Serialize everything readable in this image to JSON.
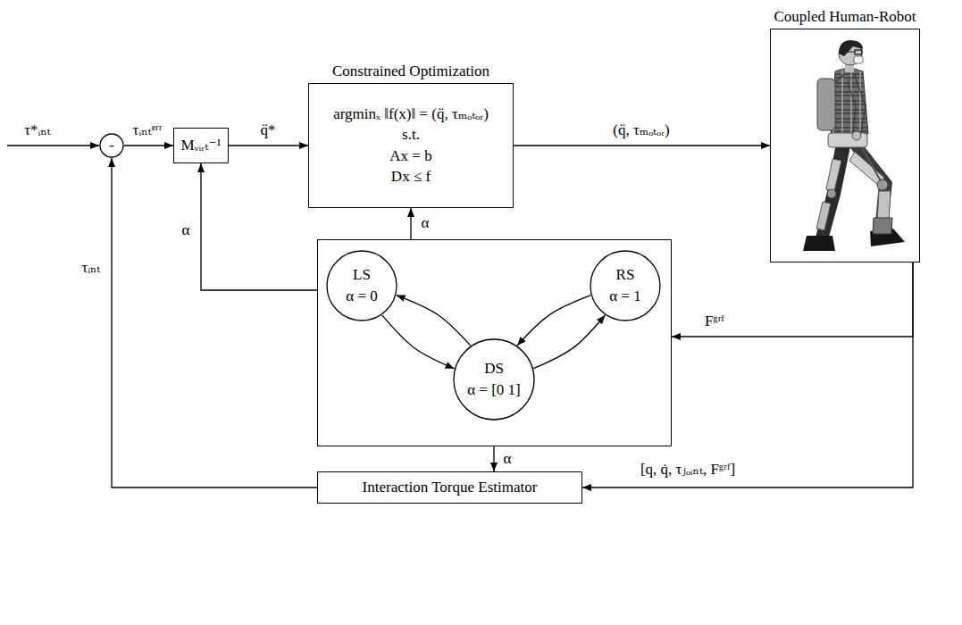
{
  "diagram": {
    "nodes": [
      {
        "text": [
          "-"
        ]
      },
      {
        "text": [
          "Mᵥᵢᵣₜ⁻¹"
        ]
      },
      {
        "text": [
          "Constrained Optimization",
          "argminₓ ‖f(x)‖ = (q̈, τₘₒₜₒᵣ)",
          "s.t.",
          "Ax = b",
          "Dx ≤ f"
        ]
      },
      {
        "text": [
          "Coupled Human-Robot"
        ]
      },
      {
        "text": []
      },
      {
        "text": [
          "LS",
          "α = 0"
        ],
        "in": 4
      },
      {
        "text": [
          "RS",
          "α = 1"
        ],
        "in": 4
      },
      {
        "text": [
          "DS",
          "α = [0 1]"
        ],
        "in": 4
      },
      {
        "text": [
          "Interaction Torque Estimator"
        ]
      }
    ],
    "edges": [
      {
        "from": 0,
        "to": 1,
        "label": "τᵢₙₜᵉʳʳ",
        "arrow": "to"
      },
      {
        "from": 1,
        "to": 2,
        "label": "q̈*",
        "arrow": "to"
      },
      {
        "from": 2,
        "to": 3,
        "label": "(q̈, τₘₒₜₒᵣ)",
        "arrow": "to"
      },
      {
        "from": 3,
        "to": 4,
        "label": "Fᵍʳᶠ",
        "arrow": "to"
      },
      {
        "from": 3,
        "to": 8,
        "label": "[q, q̇, τⱼₒᵢₙₜ, Fᵍʳᶠ]",
        "arrow": "to"
      },
      {
        "from": 4,
        "to": 2,
        "label": "α",
        "arrow": "to"
      },
      {
        "from": 4,
        "to": 1,
        "label": "α",
        "arrow": "to"
      },
      {
        "from": 4,
        "to": 8,
        "label": "α",
        "arrow": "to"
      },
      {
        "from": 8,
        "to": 0,
        "label": "τᵢₙₜ",
        "arrow": "to"
      },
      {
        "from": 5,
        "to": 7,
        "arrow": "to"
      },
      {
        "from": 7,
        "to": 5,
        "arrow": "to"
      },
      {
        "from": 7,
        "to": 6,
        "arrow": "to"
      },
      {
        "from": 6,
        "to": 7,
        "arrow": "to"
      }
    ],
    "labels": [
      "τ*ᵢₙₜ"
    ]
  }
}
